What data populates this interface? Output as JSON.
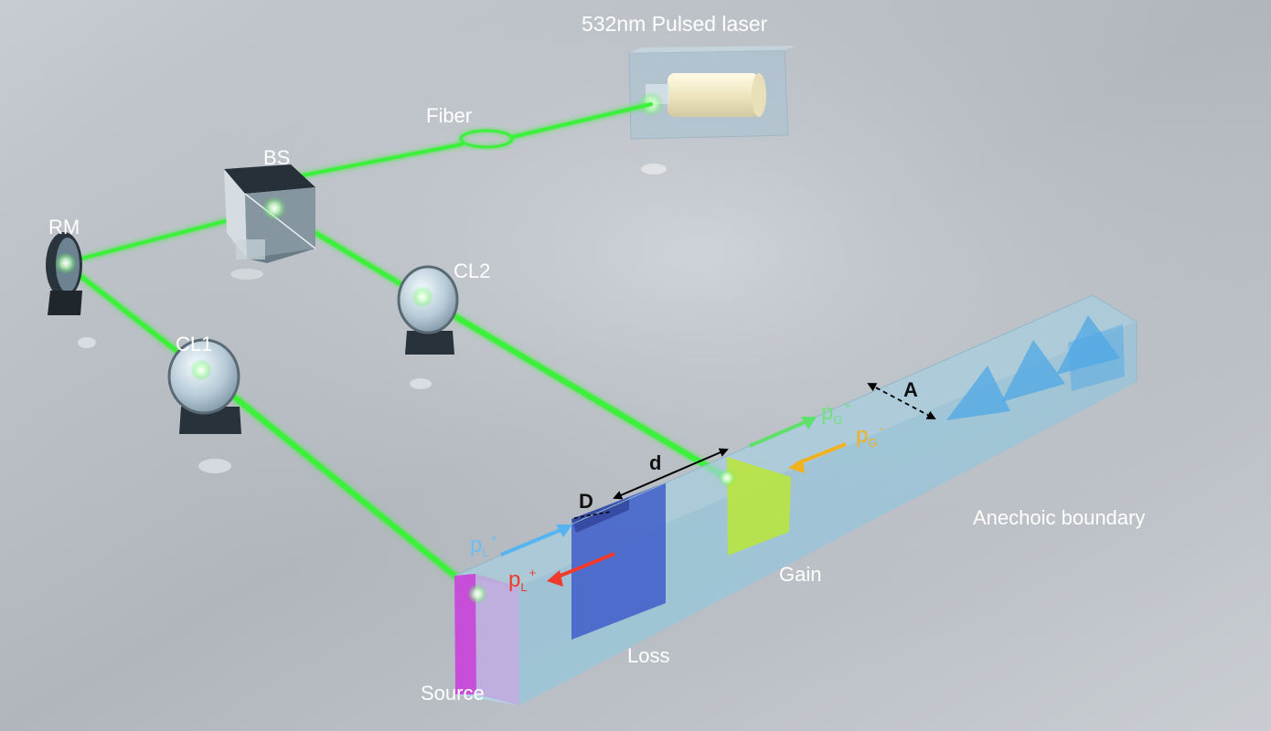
{
  "labels": {
    "laser": "532nm Pulsed laser",
    "fiber": "Fiber",
    "bs": "BS",
    "rm": "RM",
    "cl2": "CL2",
    "cl1": "CL1",
    "A": "A",
    "d": "d",
    "D": "D",
    "gain": "Gain",
    "loss": "Loss",
    "source": "Source",
    "anechoic": "Anechoic boundary"
  },
  "pressure_labels": {
    "pg_plus": {
      "base": "p",
      "sub": "G",
      "sup": "+"
    },
    "pg_minus": {
      "base": "p",
      "sub": "G",
      "sup": "-"
    },
    "pl_plus_blue": {
      "base": "p",
      "sub": "L",
      "sup": "+"
    },
    "pl_plus_red": {
      "base": "p",
      "sub": "L",
      "sup": "+"
    }
  },
  "colors": {
    "laser_beam": "#3cf03a",
    "source": "#c64ed8",
    "loss": "#3a56c8",
    "gain": "#b9e640",
    "anechoic": "#5aaee8",
    "waveguide": "#a9d6e8",
    "arrow_pg_plus": "#5fe06a",
    "arrow_pg_minus": "#f2b11e",
    "arrow_pl_blue": "#56b4f0",
    "arrow_pl_red": "#f03a2c"
  }
}
